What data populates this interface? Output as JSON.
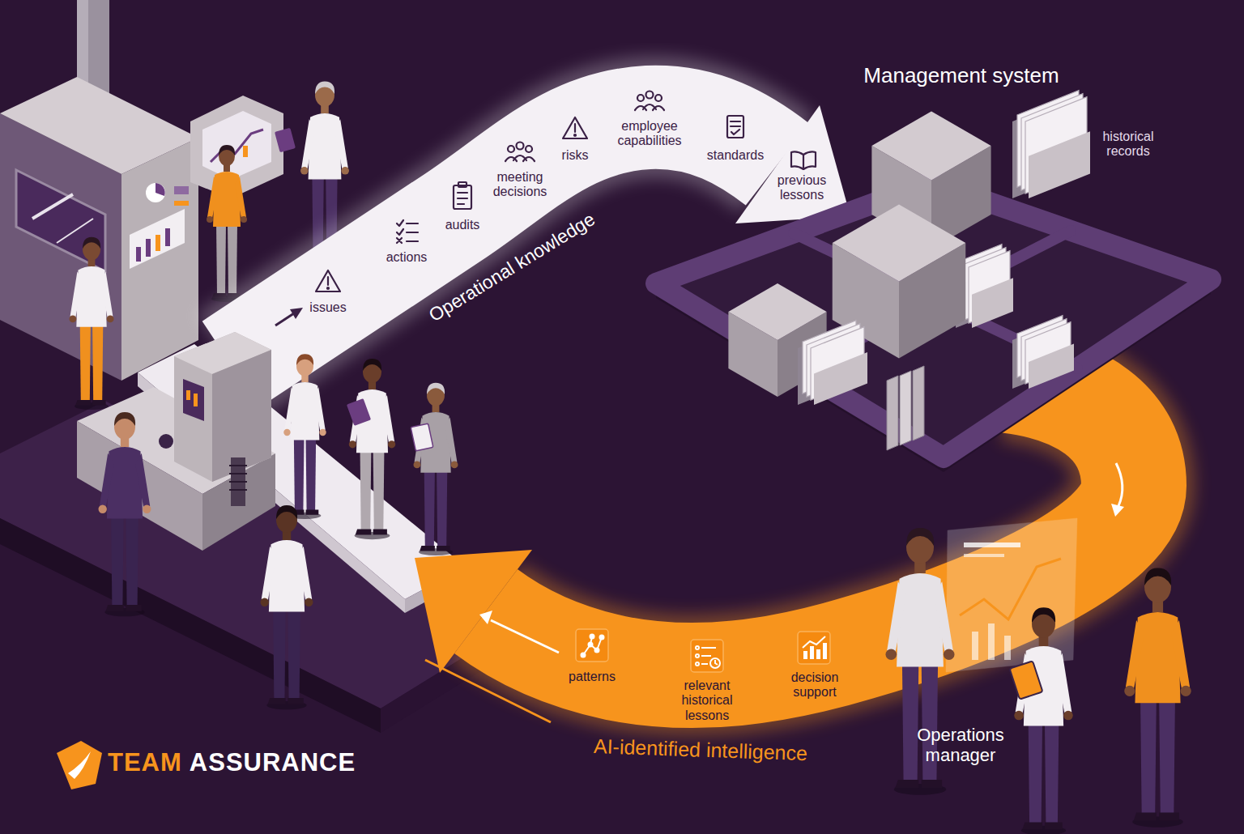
{
  "diagram": {
    "nodes": [
      {
        "text": [
          "Management system"
        ]
      }
    ],
    "labels": [
      "historical records",
      "Operational knowledge",
      "issues",
      "actions",
      "audits",
      "meeting decisions",
      "risks",
      "employee capabilities",
      "standards",
      "previous lessons",
      "patterns",
      "relevant historical lessons",
      "decision support",
      "AI-identified intelligence",
      "Operations manager",
      "TEAM",
      "ASSURANCE"
    ]
  }
}
